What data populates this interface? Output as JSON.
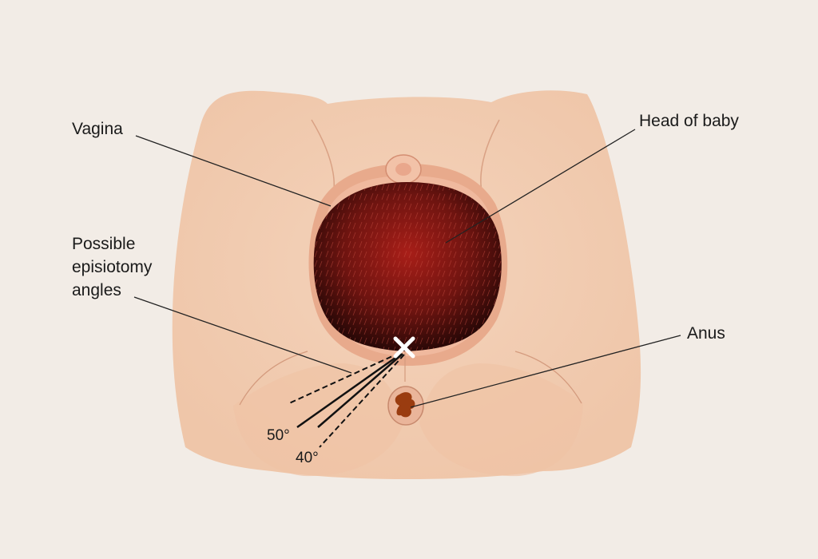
{
  "labels": {
    "vagina": "Vagina",
    "head_of_baby": "Head of baby",
    "episiotomy_line1": "Possible",
    "episiotomy_line2": "episiotomy",
    "episiotomy_line3": "angles",
    "anus": "Anus",
    "angle_50": "50°",
    "angle_40": "40°"
  },
  "colors": {
    "background": "#f2ece6",
    "skin": "#f2cdb2",
    "skin_shadow": "#e3ad8d",
    "baby_head": "#7a1410",
    "leader_line": "#222222"
  },
  "icons": {
    "incision_marker": "cross-mark-icon"
  }
}
